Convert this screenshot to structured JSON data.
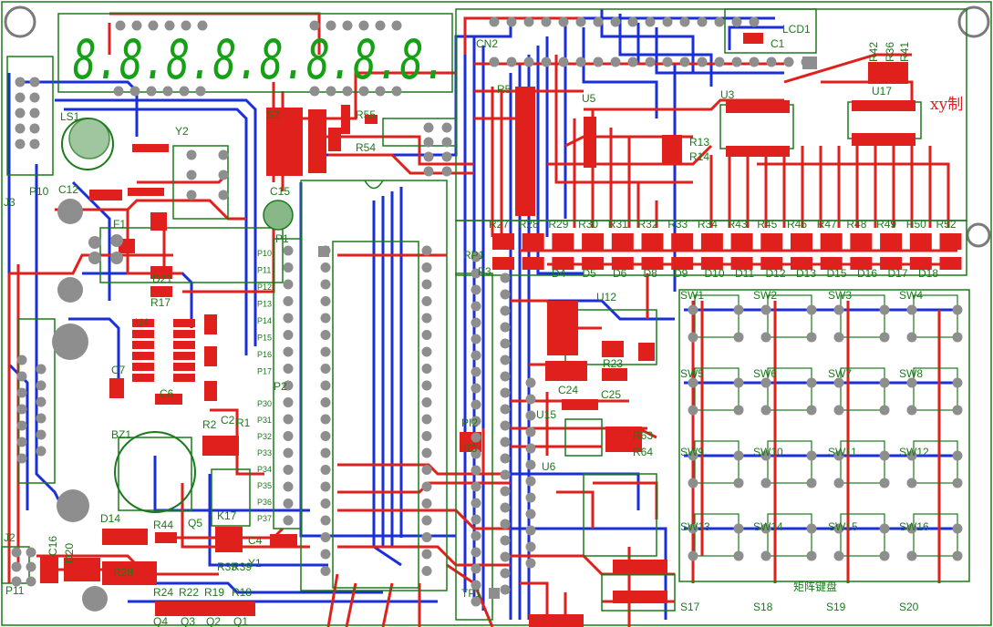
{
  "board": {
    "colors": {
      "background": "#ffffff",
      "top_copper": "#e0201c",
      "bottom_copper": "#1a2fd8",
      "silkscreen": "#1b7a1b",
      "pad": "#8e8e8e",
      "via": "#6a6a6a",
      "display": "#16a016"
    },
    "note": "xy制",
    "display_digits": "8.8.8.8.8.8.8.8.",
    "keypad_label": "矩阵键盘",
    "labels": {
      "ls1": "LS1",
      "y2": "Y2",
      "p10": "P10",
      "j3": "J3",
      "c12": "C12",
      "f1": "F1",
      "d21": "D21",
      "r17": "R17",
      "u4": "U4",
      "c7": "C7",
      "c6": "C6",
      "bz1": "BZ1",
      "r2": "R2",
      "c2": "C2",
      "r1": "R1",
      "d14": "D14",
      "r44": "R44",
      "q5": "Q5",
      "k17": "K17",
      "r35": "R35",
      "r39": "R39",
      "y1": "Y1",
      "c4": "C4",
      "j2": "J2",
      "p11": "P11",
      "s2": "S2",
      "r55": "R55",
      "r54": "R54",
      "c15": "C15",
      "p1": "P1",
      "p2": "P2",
      "cn2": "CN2",
      "r5": "R5",
      "u5": "U5",
      "lcd1": "LCD1",
      "c1": "C1",
      "r13": "R13",
      "r14": "R14",
      "u3": "U3",
      "u17": "U17",
      "r42": "R42",
      "r36": "R36",
      "r41": "R41",
      "rp1": "RP1",
      "p3": "P3",
      "u12": "U12",
      "r23": "R23",
      "c24": "C24",
      "c25": "C25",
      "u15": "U15",
      "r63": "R63",
      "r64": "R64",
      "u6": "U6",
      "pi2": "PI2",
      "r3": "R3",
      "tp1": "TP1",
      "r24": "R24",
      "r22": "R22",
      "r19": "R19",
      "r18": "R18",
      "q4": "Q4",
      "q3": "Q3",
      "q2": "Q2",
      "q1": "Q1",
      "c16": "C16",
      "d20": "D20",
      "r28": "R28",
      "s17": "S17",
      "s18": "S18",
      "s19": "S19",
      "s20": "S20"
    },
    "p1_pins": [
      "P10",
      "P11",
      "P12",
      "P13",
      "P14",
      "P15",
      "P16",
      "P17"
    ],
    "p3_pins": [
      "P30",
      "P31",
      "P32",
      "P33",
      "P34",
      "P35",
      "P36",
      "P37"
    ],
    "resistor_row": [
      "R27",
      "R28",
      "R29",
      "R30",
      "R31",
      "R32",
      "R33",
      "R34",
      "R43",
      "R45",
      "R46",
      "R47",
      "R48",
      "R49",
      "R50",
      "R52"
    ],
    "led_row": [
      "D4",
      "D5",
      "D6",
      "D8",
      "D9",
      "D10",
      "D11",
      "D12",
      "D13",
      "D15",
      "D16",
      "D17",
      "D18"
    ],
    "switches": [
      "SW1",
      "SW2",
      "SW3",
      "SW4",
      "SW5",
      "SW6",
      "SW7",
      "SW8",
      "SW9",
      "SW10",
      "SW11",
      "SW12",
      "SW13",
      "SW14",
      "SW15",
      "SW16"
    ]
  }
}
